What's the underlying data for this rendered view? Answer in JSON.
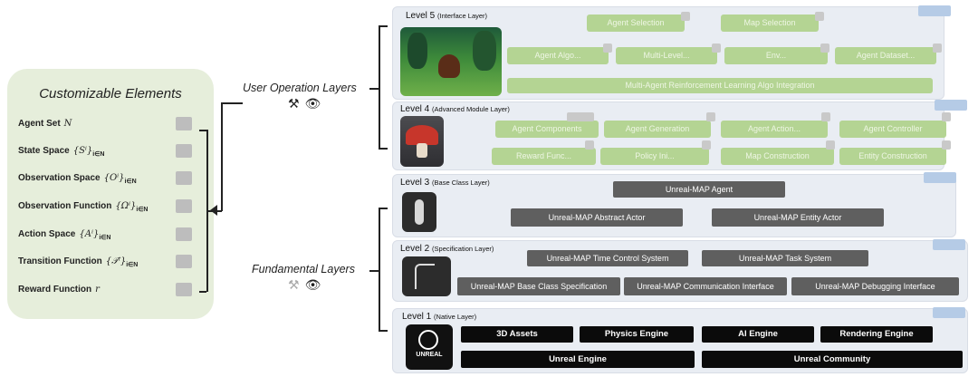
{
  "customizable": {
    "title": "Customizable Elements",
    "elements": [
      {
        "label": "Agent Set",
        "sym": "N",
        "sub": ""
      },
      {
        "label": "State Space",
        "sym": "{Sⁱ}",
        "sub": "i∈N"
      },
      {
        "label": "Observation Space",
        "sym": "{Oⁱ}",
        "sub": "i∈N"
      },
      {
        "label": "Observation Function",
        "sym": "{Ωⁱ}",
        "sub": "i∈N"
      },
      {
        "label": "Action Space",
        "sym": "{Aⁱ}",
        "sub": "i∈N"
      },
      {
        "label": "Transition Function",
        "sym": "{𝒯ⁱ}",
        "sub": "i∈N"
      },
      {
        "label": "Reward Function",
        "sym": "r",
        "sub": ""
      }
    ]
  },
  "side_labels": {
    "user_ops": "User Operation Layers",
    "fundamental": "Fundamental Layers",
    "icons": "⚒ 👁"
  },
  "levels": {
    "l5": {
      "title": "Level 5",
      "subtitle": "(Interface Layer)",
      "row1": [
        "Agent Selection",
        "Map Selection"
      ],
      "row2": [
        "Agent Algo...",
        "Multi-Level...",
        "Env...",
        "Agent Dataset..."
      ],
      "wide": "Multi-Agent Reinforcement Learning Algo Integration"
    },
    "l4": {
      "title": "Level 4",
      "subtitle": "(Advanced Module Layer)",
      "row1": [
        "Agent Components",
        "Agent Generation",
        "Agent Action...",
        "Agent Controller"
      ],
      "row2": [
        "Reward Func...",
        "Policy Ini...",
        "Map Construction",
        "Entity Construction"
      ]
    },
    "l3": {
      "title": "Level 3",
      "subtitle": "(Base Class Layer)",
      "top": "Unreal-MAP Agent",
      "left": "Unreal-MAP Abstract Actor",
      "right": "Unreal-MAP Entity Actor"
    },
    "l2": {
      "title": "Level 2",
      "subtitle": "(Specification Layer)",
      "row1": [
        "Unreal-MAP Time Control System",
        "Unreal-MAP Task System"
      ],
      "row2": [
        "Unreal-MAP Base Class Specification",
        "Unreal-MAP Communication Interface",
        "Unreal-MAP Debugging Interface"
      ]
    },
    "l1": {
      "title": "Level 1",
      "subtitle": "(Native Layer)",
      "row1": [
        "3D Assets",
        "Physics Engine",
        "AI Engine",
        "Rendering Engine"
      ],
      "row2": [
        "Unreal Engine",
        "Unreal Community"
      ],
      "logo": "UNREAL"
    }
  },
  "colors": {
    "panel_green": "#e6eedb",
    "module_green": "#b4d493",
    "level_bg": "#e9edf3",
    "tag_blue": "#b5cbe6",
    "dark_gray": "#5f5f5f",
    "black": "#0b0b0b"
  }
}
